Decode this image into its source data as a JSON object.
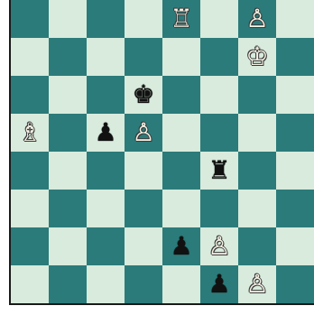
{
  "board": {
    "colors": {
      "light": "#d8ebdc",
      "dark": "#2b7b7a"
    },
    "pieces": [
      [
        "",
        "",
        "",
        "",
        "wR",
        "",
        "wP",
        ""
      ],
      [
        "",
        "",
        "",
        "",
        "",
        "",
        "wK",
        ""
      ],
      [
        "",
        "",
        "",
        "bK",
        "",
        "",
        "",
        ""
      ],
      [
        "wB",
        "",
        "bP",
        "wP",
        "",
        "",
        "",
        ""
      ],
      [
        "",
        "",
        "",
        "",
        "",
        "bR",
        "",
        ""
      ],
      [
        "",
        "",
        "",
        "",
        "",
        "",
        "",
        ""
      ],
      [
        "",
        "",
        "",
        "",
        "bP",
        "wP",
        "",
        ""
      ],
      [
        "",
        "",
        "",
        "",
        "",
        "bP",
        "wP",
        ""
      ]
    ],
    "glyphs": {
      "wK": "♔",
      "wQ": "♕",
      "wR": "♖",
      "wB": "♗",
      "wN": "♘",
      "wP": "♙",
      "bK": "♚",
      "bQ": "♛",
      "bR": "♜",
      "bB": "♝",
      "bN": "♞",
      "bP": "♟"
    },
    "names": {
      "wK": "white-king-icon",
      "wQ": "white-queen-icon",
      "wR": "white-rook-icon",
      "wB": "white-bishop-icon",
      "wN": "white-knight-icon",
      "wP": "white-pawn-icon",
      "bK": "black-king-icon",
      "bQ": "black-queen-icon",
      "bR": "black-rook-icon",
      "bB": "black-bishop-icon",
      "bN": "black-knight-icon",
      "bP": "black-pawn-icon"
    }
  }
}
